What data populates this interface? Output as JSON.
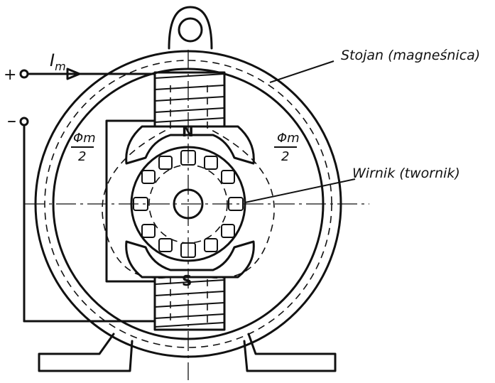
{
  "diagram": {
    "labels": {
      "stator": "Stojan (magneśnica)",
      "rotor": "Wirnik (twornik)",
      "current": "I",
      "current_sub": "m",
      "plus": "+",
      "minus": "–",
      "pole_n": "N",
      "pole_s": "S",
      "flux_left_num": "Φm",
      "flux_left_den": "2",
      "flux_right_num": "Φm",
      "flux_right_den": "2"
    },
    "colors": {
      "ink": "#111111",
      "paper": "#ffffff"
    }
  }
}
